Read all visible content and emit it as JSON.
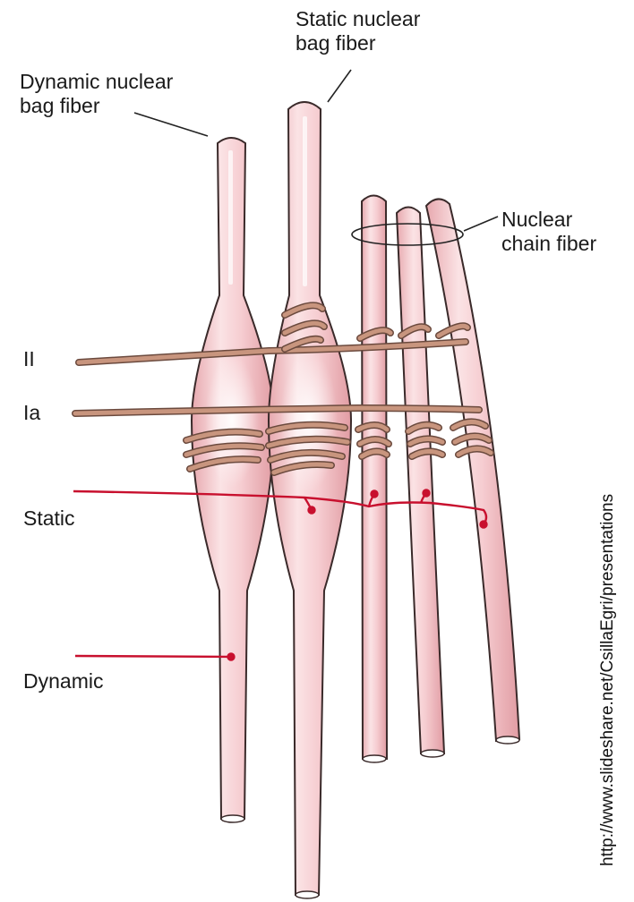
{
  "labels": {
    "dynamic_bag_line1": "Dynamic nuclear",
    "dynamic_bag_line2": "bag fiber",
    "static_bag_line1": "Static nuclear",
    "static_bag_line2": "bag fiber",
    "chain_line1": "Nuclear",
    "chain_line2": "chain fiber",
    "group_II": "II",
    "group_Ia": "Ia",
    "static_input": "Static",
    "dynamic_input": "Dynamic"
  },
  "source_credit": "http://www.slideshare.net/CsillaEgri/presentations",
  "colors": {
    "fiber_fill": "#f4c9cd",
    "fiber_outline": "#3a2a2a",
    "afferent": "#c8957e",
    "efferent": "#c8102e"
  }
}
